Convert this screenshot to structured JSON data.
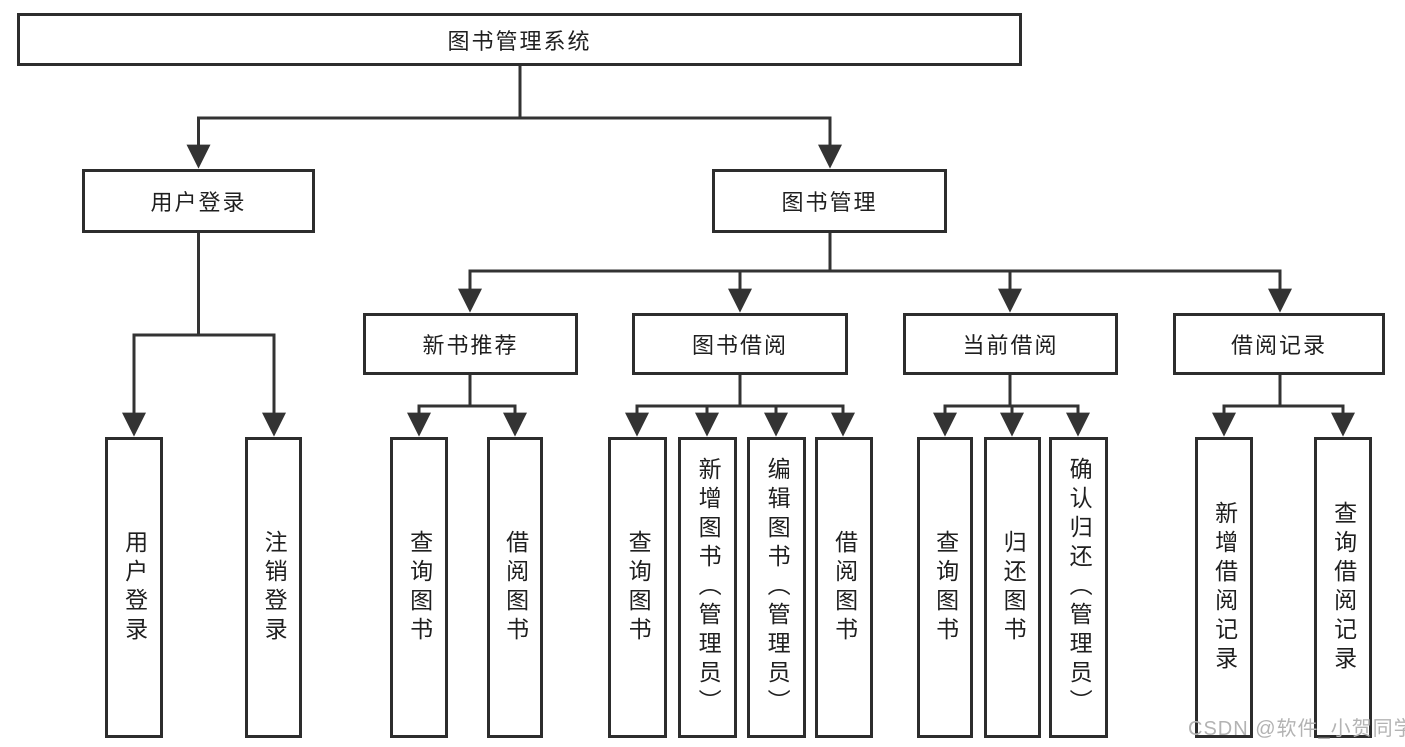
{
  "colors": {
    "line": "#333333",
    "box_border": "#2d2d2d",
    "text": "#1f1f1f",
    "background": "#ffffff",
    "watermark": "#b3b3b3"
  },
  "watermark": {
    "text": "CSDN @软件_小贺同学"
  },
  "tree": {
    "root": {
      "label": "图书管理系统"
    },
    "level2": [
      {
        "label": "用户登录"
      },
      {
        "label": "图书管理"
      }
    ],
    "level3": [
      {
        "label": "新书推荐"
      },
      {
        "label": "图书借阅"
      },
      {
        "label": "当前借阅"
      },
      {
        "label": "借阅记录"
      }
    ],
    "leaves": {
      "user_login": [
        {
          "label": "用户登录"
        },
        {
          "label": "注销登录"
        }
      ],
      "new_books": [
        {
          "label": "查询图书"
        },
        {
          "label": "借阅图书"
        }
      ],
      "book_borrow": [
        {
          "label": "查询图书"
        },
        {
          "label": "新增图书（管理员）"
        },
        {
          "label": "编辑图书（管理员）"
        },
        {
          "label": "借阅图书"
        }
      ],
      "current_borrow": [
        {
          "label": "查询图书"
        },
        {
          "label": "归还图书"
        },
        {
          "label": "确认归还（管理员）"
        }
      ],
      "borrow_records": [
        {
          "label": "新增借阅记录"
        },
        {
          "label": "查询借阅记录"
        }
      ]
    }
  }
}
